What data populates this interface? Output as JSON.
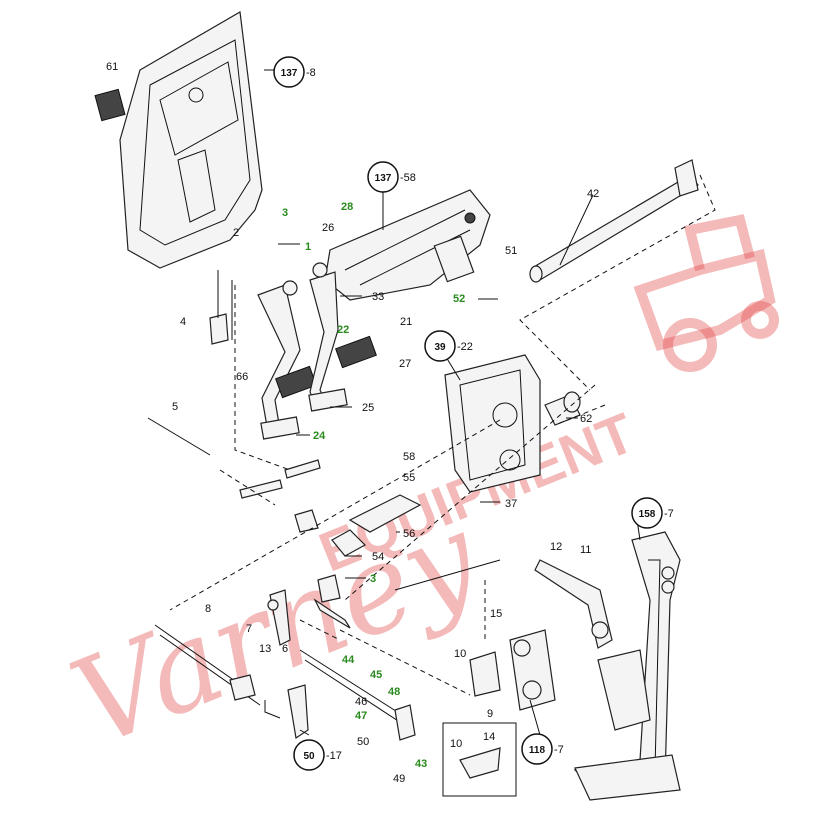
{
  "watermark": {
    "script": "Varney",
    "word": "EQUIPMENT",
    "color": "#e24646"
  },
  "colors": {
    "label": "#111111",
    "highlight": "#2a8a1e"
  },
  "refs": [
    {
      "id": "r137a",
      "num": "137",
      "sub": "-8"
    },
    {
      "id": "r137b",
      "num": "137",
      "sub": "-58"
    },
    {
      "id": "r39",
      "num": "39",
      "sub": "-22"
    },
    {
      "id": "r158",
      "num": "158",
      "sub": "-7"
    },
    {
      "id": "r118",
      "num": "118",
      "sub": "-7"
    },
    {
      "id": "r50",
      "num": "50",
      "sub": "-17"
    }
  ],
  "labels": {
    "l61": "61",
    "l3a": "3",
    "l2": "2",
    "l1": "1",
    "l26": "26",
    "l28": "28",
    "l33": "33",
    "l42": "42",
    "l51": "51",
    "l52": "52",
    "l4": "4",
    "l22": "22",
    "l21": "21",
    "l27": "27",
    "l66": "66",
    "l25": "25",
    "l62": "62",
    "l5": "5",
    "l24": "24",
    "l58": "58",
    "l55": "55",
    "l37": "37",
    "l56": "56",
    "l54": "54",
    "l3b": "3",
    "l8": "8",
    "l7": "7",
    "l13": "13",
    "l6": "6",
    "l12": "12",
    "l11": "11",
    "l15": "15",
    "l10a": "10",
    "l9": "9",
    "l44": "44",
    "l45": "45",
    "l46": "46",
    "l48": "48",
    "l47": "47",
    "l50": "50",
    "l49": "49",
    "l43": "43",
    "l10b": "10",
    "l14": "14"
  }
}
